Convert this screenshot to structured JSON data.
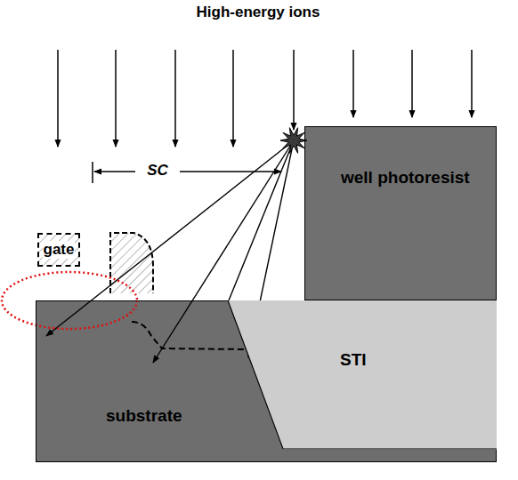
{
  "diagram": {
    "nodes": [
      {
        "text": [
          "gate"
        ]
      },
      {
        "text": [
          "well photoresist"
        ]
      },
      {
        "text": [
          "substrate"
        ]
      },
      {
        "text": [
          "STI"
        ],
        "in": 2
      }
    ],
    "labels": [
      "High-energy ions",
      "SC"
    ]
  }
}
